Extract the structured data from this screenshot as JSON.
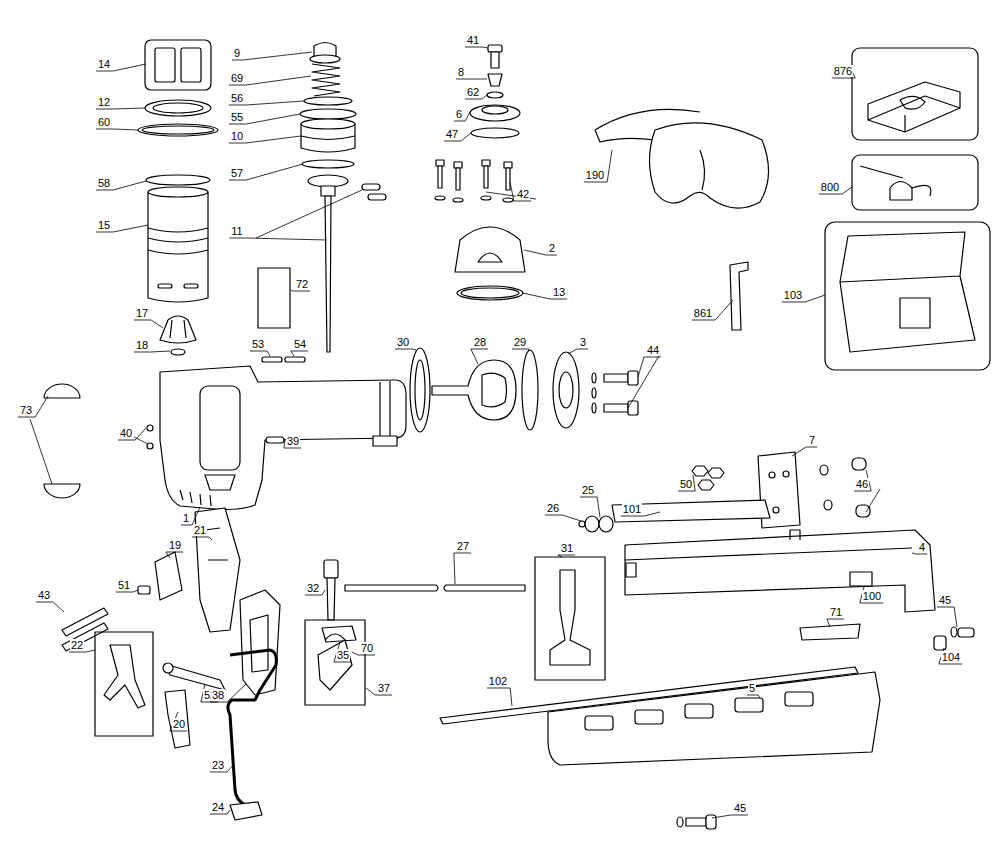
{
  "diagram": {
    "labels": [
      "14",
      "12",
      "60",
      "58",
      "15",
      "17",
      "18",
      "9",
      "69",
      "56",
      "55",
      "10",
      "57",
      "11",
      "72",
      "53",
      "54",
      "73",
      "40",
      "1",
      "39",
      "30",
      "28",
      "29",
      "3",
      "44",
      "41",
      "8",
      "62",
      "6",
      "47",
      "42",
      "2",
      "13",
      "190",
      "876",
      "800",
      "861",
      "103",
      "50",
      "7",
      "46",
      "101",
      "4",
      "100",
      "45",
      "104",
      "26",
      "25",
      "27",
      "31",
      "32",
      "35",
      "71",
      "5",
      "102",
      "45",
      "21",
      "19",
      "51",
      "43",
      "22",
      "52",
      "20",
      "38",
      "37",
      "70",
      "23",
      "24"
    ]
  }
}
